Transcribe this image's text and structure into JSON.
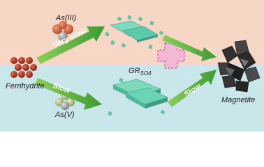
{
  "labels": {
    "as_iii": "As(III)",
    "as_v": "As(V)",
    "ferrihydrite": "Ferrihydrite",
    "gr_main": "GR",
    "gr_sub": "SO4",
    "magnetite": "Magnetite"
  },
  "arrows": {
    "very_slow": "Very slow",
    "slow_left": "Slow",
    "slow_right": "Slow"
  },
  "colors": {
    "top_bg": "#f6d6c4",
    "bottom_bg": "#c9e6ea",
    "arrow_green": "#5fb947",
    "crystal_teal": "#5cc9a8",
    "blocked_pink": "#f2b8d6",
    "ferrihydrite_red": "#b3301e",
    "magnetite_dark": "#3a3a3a"
  }
}
